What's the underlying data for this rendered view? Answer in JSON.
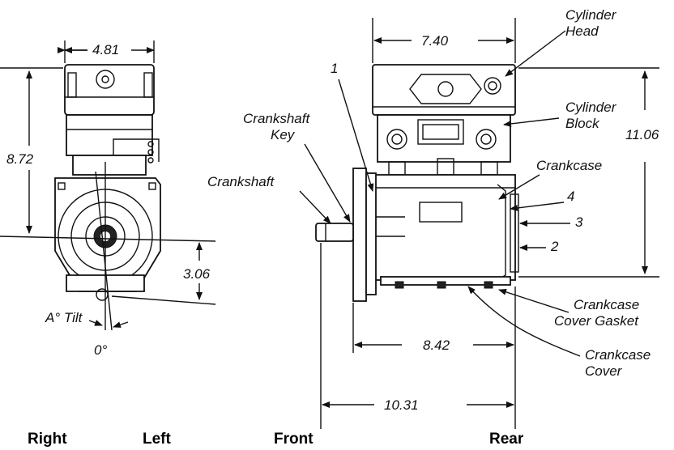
{
  "dimensions": {
    "width_top_left": "4.81",
    "height_left": "8.72",
    "offset_left": "3.06",
    "width_top_right": "7.40",
    "height_right": "11.06",
    "length_mid": "8.42",
    "length_total": "10.31"
  },
  "labels": {
    "cylinder_head": [
      "Cylinder",
      "Head"
    ],
    "cylinder_block": [
      "Cylinder",
      "Block"
    ],
    "crankcase": "Crankcase",
    "crankshaft_key": [
      "Crankshaft",
      "Key"
    ],
    "crankshaft": "Crankshaft",
    "crankcase_cover_gasket": [
      "Crankcase",
      "Cover Gasket"
    ],
    "crankcase_cover": [
      "Crankcase",
      "Cover"
    ],
    "tilt": "A° Tilt",
    "zero": "0°",
    "num_1": "1",
    "num_2": "2",
    "num_3": "3",
    "num_4": "4"
  },
  "captions": {
    "right": "Right",
    "left": "Left",
    "front": "Front",
    "rear": "Rear"
  }
}
